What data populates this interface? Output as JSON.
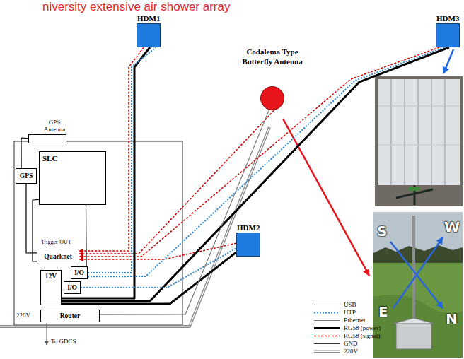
{
  "diagram": {
    "title": "niversity extensive air shower array",
    "nodes": [
      {
        "text": [
          "HDM1"
        ]
      },
      {
        "text": [
          "HDM3"
        ]
      },
      {
        "text": [
          "Codalema Type Butterfly Antenna"
        ]
      },
      {
        "text": [
          "HDM2"
        ]
      },
      {
        "text": [
          "GPS Antenna"
        ]
      },
      {
        "text": [
          "GPS"
        ]
      },
      {
        "text": [
          "SLC"
        ]
      },
      {
        "text": [
          "Quarknet"
        ]
      },
      {
        "text": [
          "12V"
        ]
      },
      {
        "text": [
          "I/O"
        ]
      },
      {
        "text": [
          "I/O"
        ]
      },
      {
        "text": [
          "Router"
        ]
      }
    ],
    "edges": [
      {
        "from": 0,
        "to": 7,
        "arrow": "to"
      },
      {
        "from": 1,
        "to": 7,
        "arrow": "to"
      },
      {
        "from": 3,
        "to": 7,
        "arrow": "to"
      },
      {
        "from": 2,
        "to": 7,
        "arrow": "to"
      },
      {
        "from": 8,
        "to": 0,
        "arrow": "none"
      },
      {
        "from": 8,
        "to": 1,
        "arrow": "none"
      },
      {
        "from": 8,
        "to": 3,
        "arrow": "none"
      },
      {
        "from": 9,
        "to": 0,
        "arrow": "none"
      },
      {
        "from": 9,
        "to": 1,
        "arrow": "none"
      },
      {
        "from": 10,
        "to": 3,
        "arrow": "none"
      },
      {
        "from": 11,
        "to": 2,
        "arrow": "none"
      },
      {
        "from": 4,
        "to": 5,
        "arrow": "none"
      },
      {
        "from": 5,
        "to": 7,
        "arrow": "none"
      },
      {
        "from": 6,
        "to": 7,
        "arrow": "none"
      },
      {
        "from": 6,
        "to": 9,
        "arrow": "none"
      }
    ],
    "labels": [
      "Trigger-OUT",
      "220V",
      "To GDCS",
      "S",
      "W",
      "E",
      "N"
    ],
    "legend": [
      {
        "text": "USB"
      },
      {
        "text": "UTP"
      },
      {
        "text": "Ethernet"
      },
      {
        "text": "RG58 (power)"
      },
      {
        "text": "RG58 (signal)"
      },
      {
        "text": "GND"
      },
      {
        "text": "220V"
      }
    ]
  }
}
